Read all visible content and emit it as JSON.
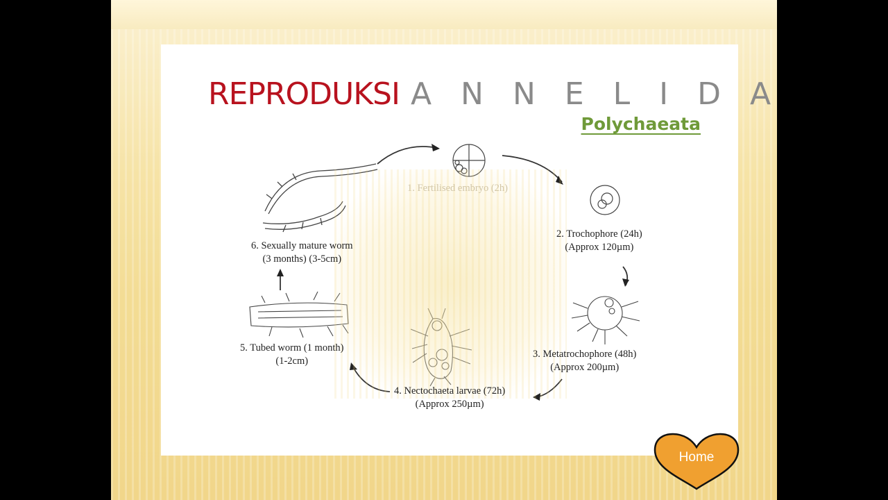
{
  "title": {
    "main": "REPRODUKSI",
    "sub": "A N N E L I D A"
  },
  "subtitle": "Polychaeata",
  "stages": [
    {
      "line1": "1. Fertilised embryo (2h)",
      "line2": ""
    },
    {
      "line1": "2. Trochophore (24h)",
      "line2": "(Approx 120µm)"
    },
    {
      "line1": "3. Metatrochophore (48h)",
      "line2": "(Approx 200µm)"
    },
    {
      "line1": "4. Nectochaeta larvae (72h)",
      "line2": "(Approx 250µm)"
    },
    {
      "line1": "5. Tubed worm (1 month)",
      "line2": "(1-2cm)"
    },
    {
      "line1": "6. Sexually mature worm",
      "line2": "(3 months) (3-5cm)"
    }
  ],
  "home_button": {
    "label": "Home",
    "color": "#f0a030"
  },
  "colors": {
    "title_red": "#b8121e",
    "title_grey": "#8a8a8a",
    "subtitle_green": "#6f9a39"
  },
  "icons": [
    "heart-icon"
  ]
}
